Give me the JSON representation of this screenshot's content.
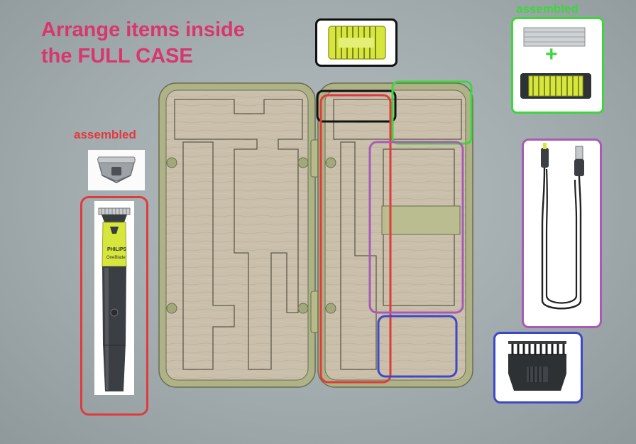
{
  "heading": {
    "line1": "Arrange items inside",
    "line2": "the FULL CASE"
  },
  "labels": {
    "assembled_red": "assembled",
    "assembled_green": "assembled",
    "plus": "+"
  },
  "device": {
    "brand": "PHILIPS",
    "model": "OneBlade"
  },
  "colors": {
    "title": "#d8366d",
    "red_group": "#e03a3e",
    "green_group": "#3dd63d",
    "black_group": "#111111",
    "purple_group": "#a85bb5",
    "blue_group": "#3d48c8",
    "case_shell": "#a9ad82",
    "case_wood": "#c8beaa",
    "blade_yellow": "#d6e63c"
  },
  "groups": [
    {
      "color": "red",
      "item": "shaver with blade"
    },
    {
      "color": "green",
      "item": "blade assembled"
    },
    {
      "color": "black",
      "item": "spare blade"
    },
    {
      "color": "purple",
      "item": "charging cable"
    },
    {
      "color": "blue",
      "item": "comb attachment"
    }
  ]
}
